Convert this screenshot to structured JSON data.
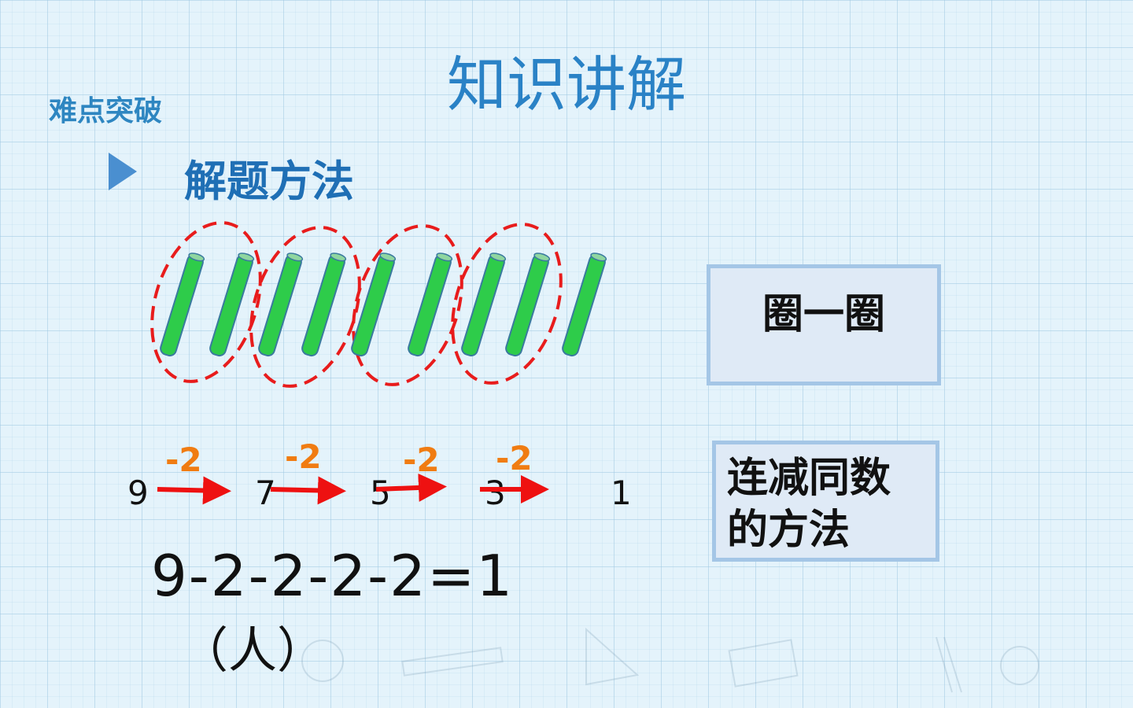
{
  "slide": {
    "title": "知识讲解",
    "section_label": "难点突破",
    "heading": "解题方法"
  },
  "boxes": {
    "circle_label": "圈一圈",
    "method_line1": "连减同数",
    "method_line2": "的方法"
  },
  "sequence": {
    "numbers": [
      "9",
      "7",
      "5",
      "3",
      "1"
    ],
    "steps": [
      "-2",
      "-2",
      "-2",
      "-2"
    ]
  },
  "equation": "9-2-2-2-2=1",
  "unit": "（人）",
  "stick_count": 9,
  "group_count": 4,
  "colors": {
    "stick": "#2ecc4a",
    "stick_outline": "#3a7a9e",
    "circle": "#e81c1c",
    "arrow": "#ee1111",
    "step_text": "#f07c12",
    "title": "#2a82c6"
  }
}
